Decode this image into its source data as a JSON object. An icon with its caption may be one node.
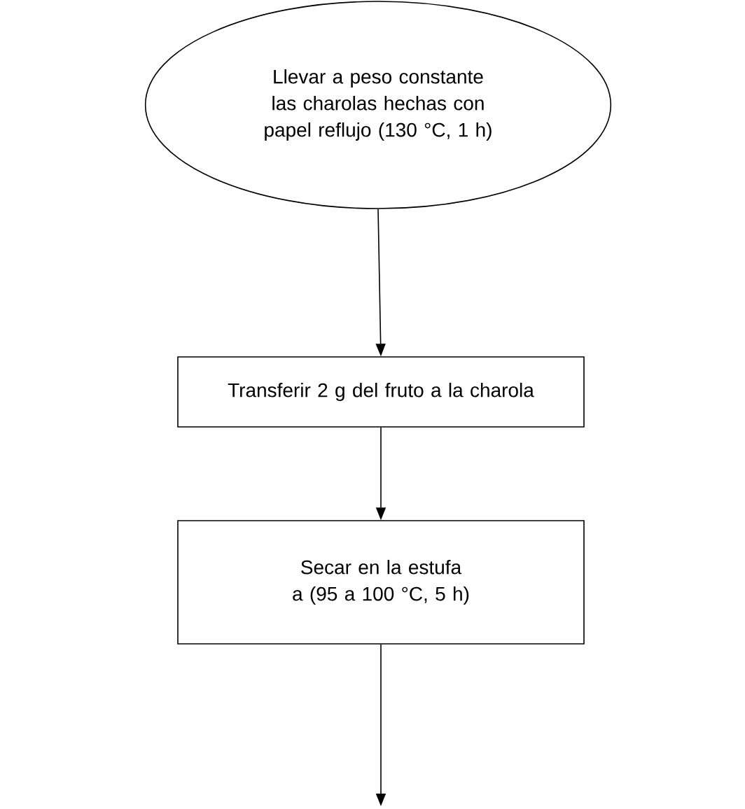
{
  "diagram": {
    "nodes": [
      {
        "text": [
          "Llevar a peso constante las charolas hechas con papel reflujo (130 °C, 1 h)"
        ]
      },
      {
        "text": [
          "Transferir 2 g del fruto a la charola"
        ]
      },
      {
        "text": [
          "Secar en la estufa a (95 a 100 °C, 5 h)"
        ]
      }
    ],
    "edges": [
      {
        "from": 0,
        "to": 1,
        "arrow": "to"
      },
      {
        "from": 1,
        "to": 2,
        "arrow": "to"
      },
      {
        "from": 2,
        "to": null,
        "arrow": "to"
      }
    ]
  }
}
